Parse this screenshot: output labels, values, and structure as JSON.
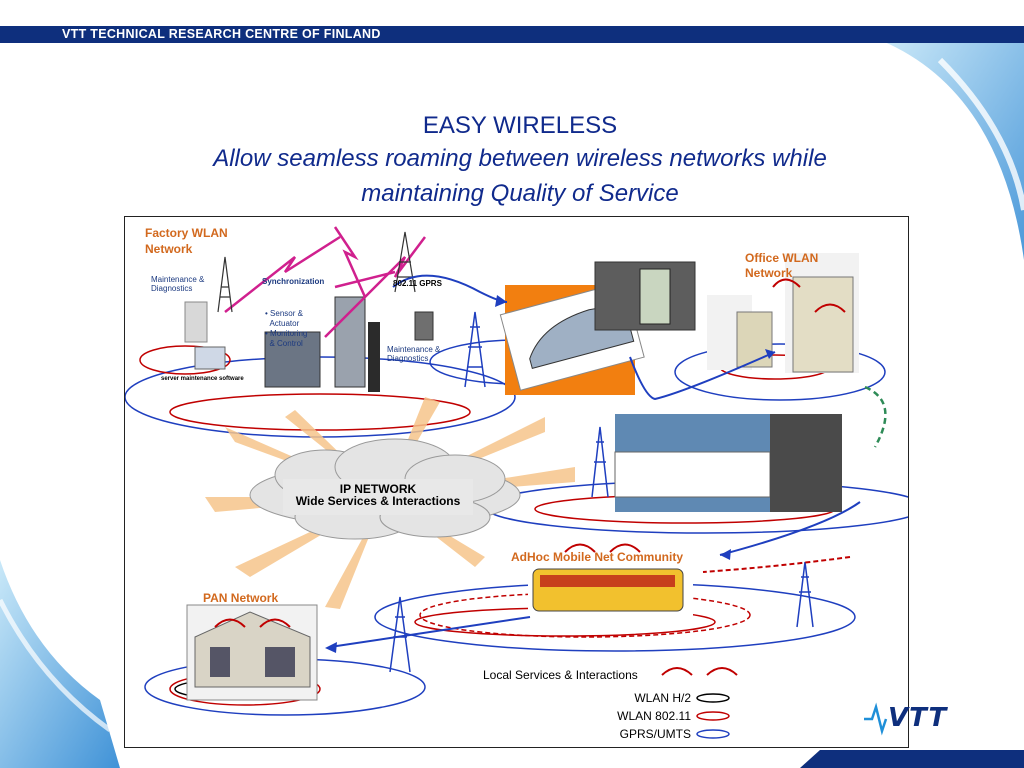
{
  "header": {
    "org": "VTT TECHNICAL RESEARCH CENTRE OF FINLAND"
  },
  "title": {
    "line1": "EASY WIRELESS",
    "line2": "Allow seamless roaming between wireless networks while",
    "line3": "maintaining Quality of Service"
  },
  "diagram": {
    "factory_wlan": "Factory WLAN\nNetwork",
    "maintenance_diag_1": "Maintenance &\nDiagnostics",
    "synchronization": "Synchronization",
    "sensor_bullets": [
      "Sensor &",
      "Actuator",
      "Monitoring",
      "& Control"
    ],
    "gprs_label": "802.11 GPRS",
    "maintenance_diag_2": "Maintenance &\nDiagnostics",
    "server_label": "server maintenance software",
    "office_wlan": "Office WLAN\nNetwork",
    "ip_network_line1": "IP NETWORK",
    "ip_network_line2": "Wide Services & Interactions",
    "adhoc": "AdHoc Mobile Net Community",
    "pan": "PAN Network",
    "local_services": "Local Services & Interactions",
    "legend": [
      "WLAN H/2",
      "WLAN 802.11",
      "GPRS/UMTS"
    ]
  },
  "colors": {
    "header": "#0e2f7d",
    "title": "#102a8c",
    "accent_orange": "#d2691e",
    "wlan_h2": "#000000",
    "wlan_80211": "#c00000",
    "gprs": "#1f3fbf"
  },
  "logo": {
    "text": "VTT"
  }
}
